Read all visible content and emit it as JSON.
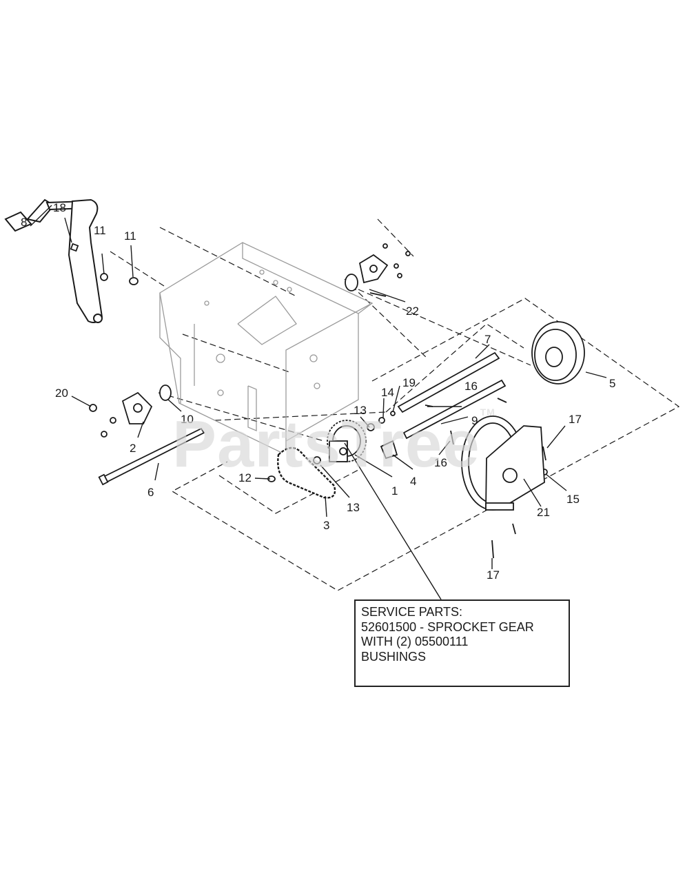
{
  "diagram": {
    "callouts": [
      {
        "id": "c1",
        "label": "1"
      },
      {
        "id": "c2",
        "label": "2"
      },
      {
        "id": "c3",
        "label": "3"
      },
      {
        "id": "c4",
        "label": "4"
      },
      {
        "id": "c5",
        "label": "5"
      },
      {
        "id": "c6",
        "label": "6"
      },
      {
        "id": "c7",
        "label": "7"
      },
      {
        "id": "c8",
        "label": "8"
      },
      {
        "id": "c9",
        "label": "9"
      },
      {
        "id": "c10",
        "label": "10"
      },
      {
        "id": "c11a",
        "label": "11"
      },
      {
        "id": "c11b",
        "label": "11"
      },
      {
        "id": "c12",
        "label": "12"
      },
      {
        "id": "c13a",
        "label": "13"
      },
      {
        "id": "c13b",
        "label": "13"
      },
      {
        "id": "c14",
        "label": "14"
      },
      {
        "id": "c15",
        "label": "15"
      },
      {
        "id": "c16a",
        "label": "16"
      },
      {
        "id": "c16b",
        "label": "16"
      },
      {
        "id": "c17a",
        "label": "17"
      },
      {
        "id": "c17b",
        "label": "17"
      },
      {
        "id": "c18",
        "label": "18"
      },
      {
        "id": "c19",
        "label": "19"
      },
      {
        "id": "c20",
        "label": "20"
      },
      {
        "id": "c21",
        "label": "21"
      },
      {
        "id": "c22",
        "label": "22"
      }
    ],
    "service_note": {
      "lines": [
        "SERVICE PARTS:",
        "52601500 - SPROCKET GEAR",
        "WITH (2) 05500111",
        "BUSHINGS"
      ]
    },
    "watermark": {
      "text": "PartsTree",
      "mark": "TM"
    },
    "colors": {
      "line": "#1a1a1a",
      "watermark": "#d8d8d8"
    }
  }
}
